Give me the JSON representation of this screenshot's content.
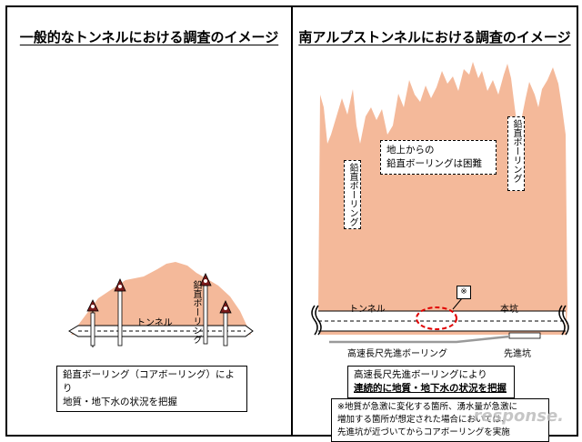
{
  "left": {
    "title": "一般的なトンネルにおける調査のイメージ",
    "vertical_label": "鉛直ボーリング",
    "tunnel_label": "トンネル",
    "caption_line1": "鉛直ボーリング（コアボーリング）により",
    "caption_line2": "地質・地下水の状況を把握"
  },
  "right": {
    "title": "南アルプストンネルにおける調査のイメージ",
    "vertical_label_left": "鉛直ボーリング",
    "vertical_label_right": "鉛直ボーリング",
    "difficulty_line1": "地上からの",
    "difficulty_line2": "鉛直ボーリングは困難",
    "tunnel_label": "トンネル",
    "main_tunnel_label": "本坑",
    "pilot_tunnel_label": "先進坑",
    "boring_label": "高速長尺先進ボーリング",
    "marker": "※",
    "caption_line1": "高速長尺先進ボーリングにより",
    "caption_line2": "連続的に地質・地下水の状況を把握",
    "note_line1": "※地質が急激に変化する箇所、湧水量が急激に",
    "note_line2": "増加する箇所が想定された場合においては、",
    "note_line3": "先進坑が近づいてからコアボーリングを実施"
  },
  "watermark": "response.",
  "colors": {
    "mountain": "#f4b99a",
    "tunnel": "#ffffff",
    "boring": "#b0b0b0",
    "circle": "#e00000",
    "warning": "#cc0000"
  }
}
